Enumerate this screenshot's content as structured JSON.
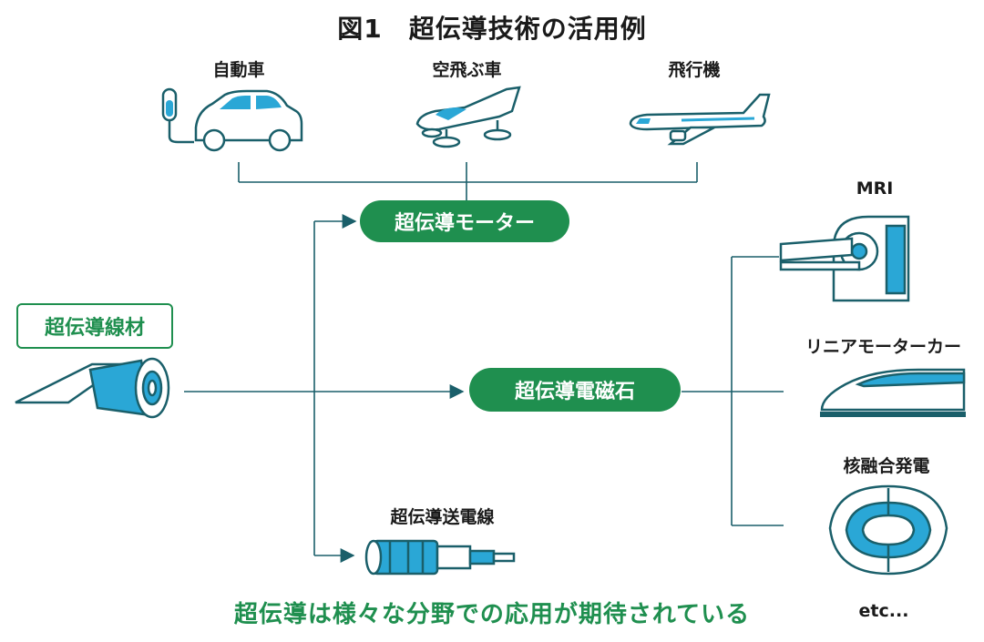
{
  "title": "図1　超伝導技術の活用例",
  "top_items": [
    "自動車",
    "空飛ぶ車",
    "飛行機"
  ],
  "source": "超伝導線材",
  "nodes": {
    "motor": "超伝導モーター",
    "magnet": "超伝導電磁石",
    "cable": "超伝導送電線"
  },
  "right_items": [
    "MRI",
    "リニアモーターカー",
    "核融合発電",
    "etc..."
  ],
  "caption": "超伝導は様々な分野での応用が期待されている",
  "colors": {
    "accent_green": "#1f8f4f",
    "line_teal": "#1a5f6a",
    "icon_teal": "#1a5f6a",
    "icon_blue": "#2aa7d6"
  }
}
